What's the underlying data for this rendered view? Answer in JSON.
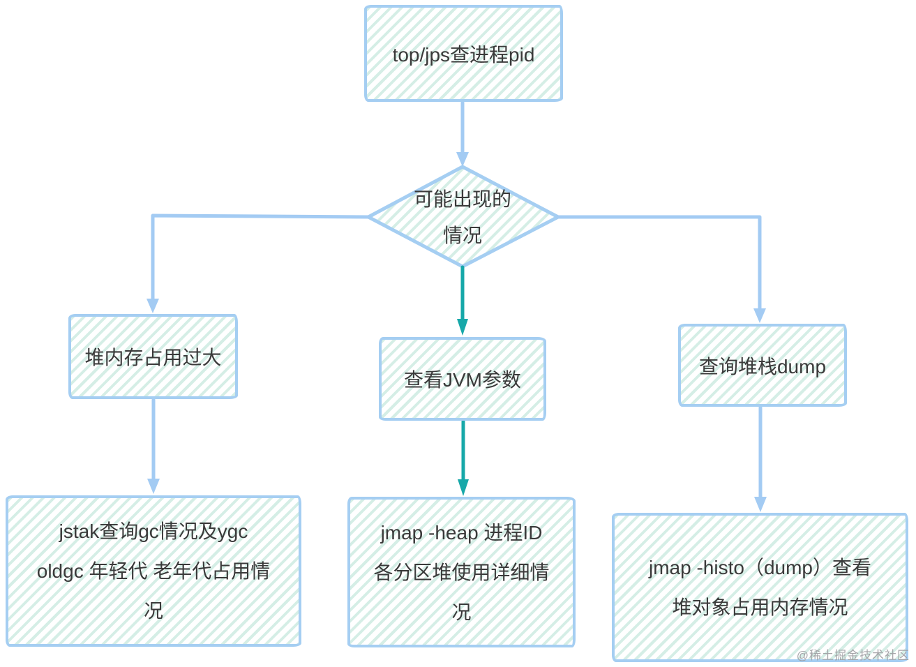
{
  "colors": {
    "box_border": "#a5cef2",
    "hatch_stripe": "#d5eee6",
    "arrow_blue": "#a3cbf3",
    "arrow_teal": "#17a8a9",
    "text": "#3a3a3a",
    "watermark_text": "#9d9da1"
  },
  "nodes": {
    "start": {
      "label": "top/jps查进程pid"
    },
    "decision": {
      "lines": [
        "可能出现的",
        "情况"
      ]
    },
    "branch_left": {
      "label": "堆内存占用过大"
    },
    "branch_middle": {
      "label": "查看JVM参数"
    },
    "branch_right": {
      "label": "查询堆栈dump"
    },
    "detail_left": {
      "lines": [
        "jstak查询gc情况及ygc",
        "oldgc 年轻代 老年代占用情",
        "况"
      ]
    },
    "detail_middle": {
      "lines": [
        "jmap -heap 进程ID",
        "各分区堆使用详细情",
        "况"
      ]
    },
    "detail_right": {
      "lines": [
        "jmap -histo（dump）查看",
        "堆对象占用内存情况"
      ]
    }
  },
  "watermark": "@稀土掘金技术社区"
}
